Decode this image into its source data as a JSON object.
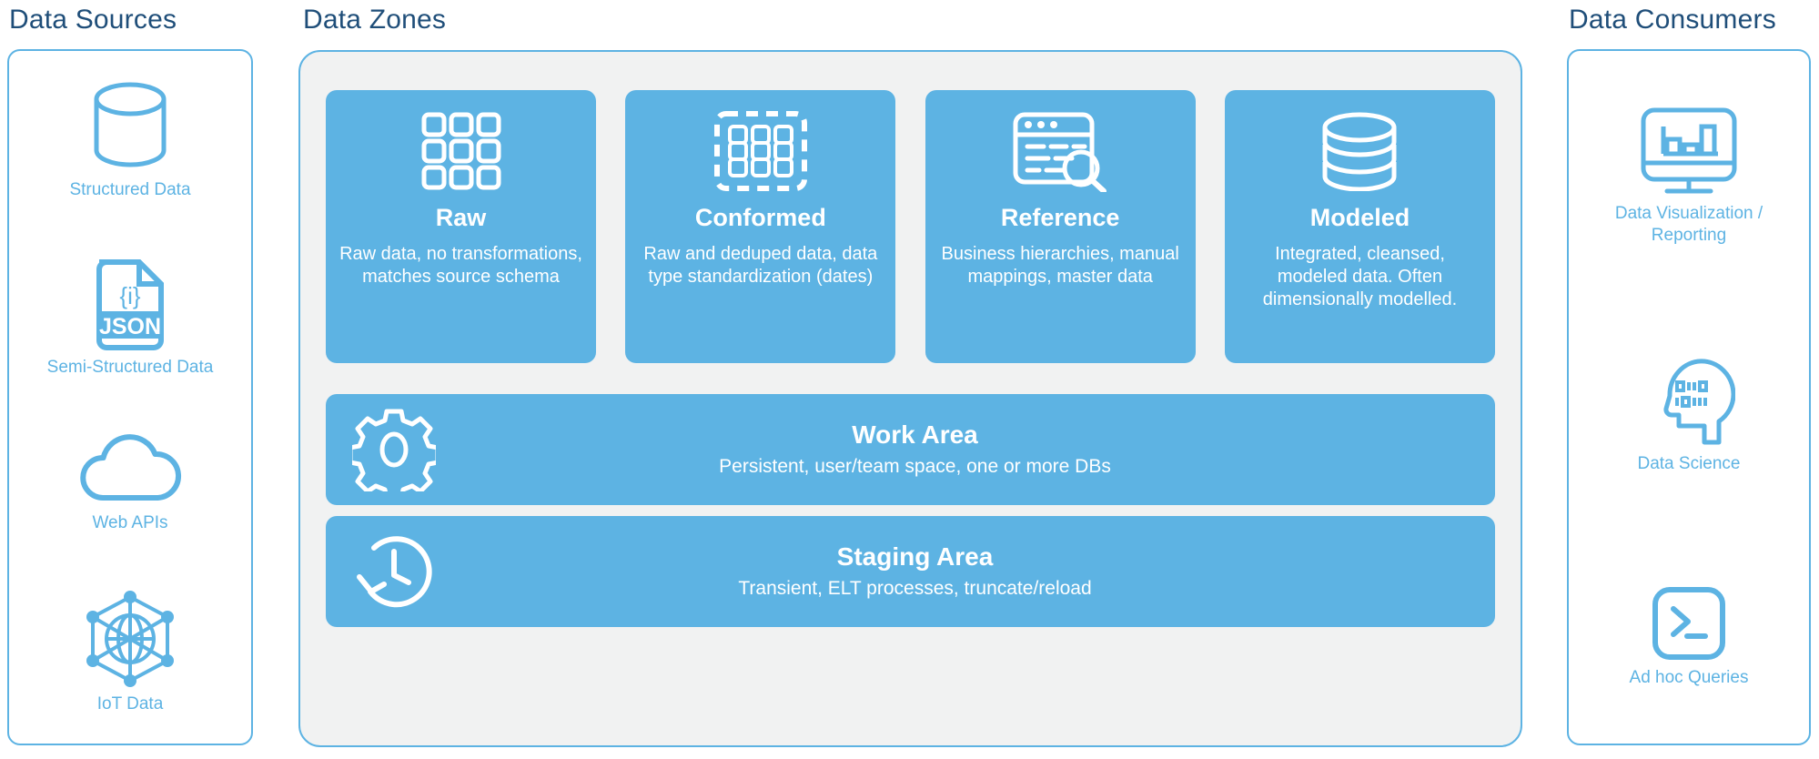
{
  "headings": {
    "sources": "Data Sources",
    "zones": "Data Zones",
    "consumers": "Data Consumers"
  },
  "colors": {
    "heading_text": "#1F4E79",
    "accent_blue": "#5DB3E3",
    "zone_panel_bg": "#F1F2F2",
    "card_text": "#FFFFFF",
    "page_bg": "#FFFFFF"
  },
  "sources": {
    "items": [
      {
        "label": "Structured Data",
        "icon": "database-cylinder-icon"
      },
      {
        "label": "Semi-Structured Data",
        "icon": "json-file-icon"
      },
      {
        "label": "Web APIs",
        "icon": "cloud-icon"
      },
      {
        "label": "IoT Data",
        "icon": "iot-network-globe-icon"
      }
    ]
  },
  "zones": {
    "cards": [
      {
        "title": "Raw",
        "desc": "Raw data, no transformations, matches source schema",
        "icon": "grid-3x3-icon"
      },
      {
        "title": "Conformed",
        "desc": "Raw and deduped data, data type standardization (dates)",
        "icon": "dashed-border-grid-icon"
      },
      {
        "title": "Reference",
        "desc": "Business hierarchies, manual mappings, master data",
        "icon": "window-search-icon"
      },
      {
        "title": "Modeled",
        "desc": "Integrated, cleansed, modeled data. Often dimensionally modelled.",
        "icon": "stacked-database-icon"
      }
    ],
    "bars": [
      {
        "title": "Work Area",
        "desc": "Persistent, user/team space, one or more DBs",
        "icon": "gear-icon"
      },
      {
        "title": "Staging Area",
        "desc": "Transient, ELT processes, truncate/reload",
        "icon": "clock-refresh-icon"
      }
    ]
  },
  "consumers": {
    "items": [
      {
        "label": "Data Visualization / Reporting",
        "icon": "monitor-bar-chart-icon"
      },
      {
        "label": "Data Science",
        "icon": "head-binary-icon"
      },
      {
        "label": "Ad hoc Queries",
        "icon": "terminal-prompt-icon"
      }
    ]
  }
}
